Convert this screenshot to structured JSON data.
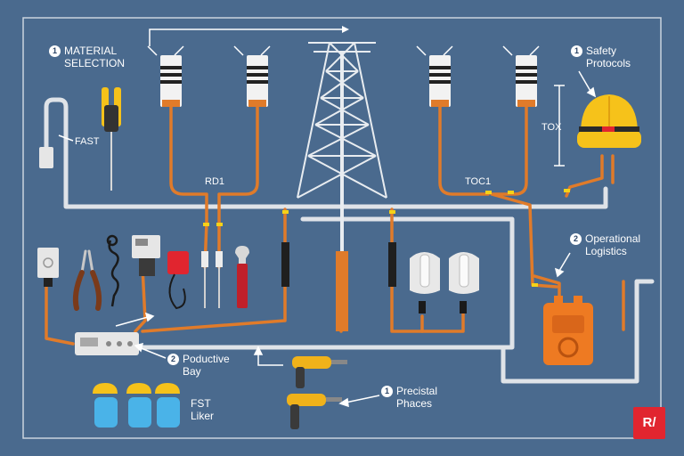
{
  "colors": {
    "background": "#4a6a8e",
    "pipe": "#dfe3e8",
    "cable": "#e07b2a",
    "accent": "#f5c518",
    "badge": "#e1252f"
  },
  "labels": {
    "material_selection": {
      "number": "1",
      "line1": "MATERIAL",
      "line2": "SELECTION"
    },
    "safety_protocols": {
      "number": "1",
      "line1": "Safety",
      "line2": "Protocols"
    },
    "fast": "FAST",
    "rd1": "RD1",
    "toc1": "TOC1",
    "tox": "TOX",
    "operational_logistics": {
      "number": "2",
      "line1": "Operational",
      "line2": "Logistics"
    },
    "poductive_bay": {
      "number": "2",
      "line1": "Poductive",
      "line2": "Bay"
    },
    "precistal_phaces": {
      "number": "1",
      "line1": "Precistal",
      "line2": "Phaces"
    },
    "fst_liker": {
      "line1": "FST",
      "line2": "Liker"
    }
  },
  "logo_badge": "R/",
  "icons": [
    "insulator-icon",
    "insulator-icon",
    "insulator-icon",
    "insulator-icon",
    "transmission-tower-icon",
    "hard-hat-icon",
    "screwdriver-icon",
    "plug-icon",
    "pliers-icon",
    "cable-icon",
    "meter-icon",
    "fuse-icon",
    "wrench-icon",
    "switch-icon",
    "generator-icon",
    "drill-icon",
    "worker-icon"
  ]
}
